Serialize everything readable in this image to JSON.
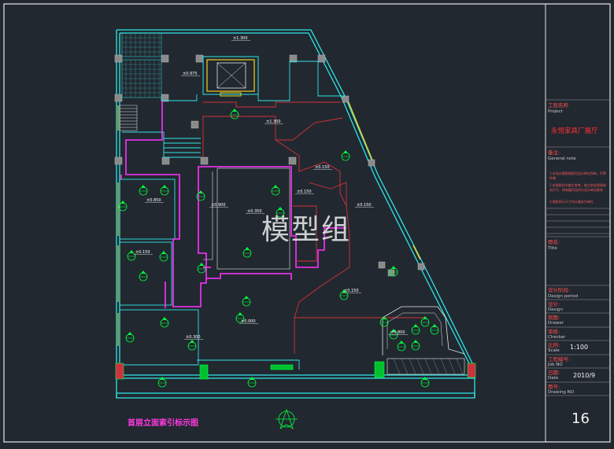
{
  "title_block": {
    "project_label": "工程名称",
    "project_sub": "Project",
    "project_name": "永恒家具厂展厅",
    "general_note_label": "备注:",
    "general_note_sub": "General note",
    "notes": [
      "1.本设计图纸版权归设计单位所有，不得抄袭",
      "2.本图纸仅为施工参考，施工前应现场核实尺寸，如有疑问及时与设计单位联系",
      "3.图纸所示尺寸均以毫米为单位"
    ],
    "title_label": "图名:",
    "title_sub": "Title",
    "design_period_label": "设计阶段:",
    "design_period_sub": "Design period",
    "design_label": "设计:",
    "design_sub": "Design",
    "drawer_label": "制图:",
    "drawer_sub": "Drawer",
    "checker_label": "审核:",
    "checker_sub": "Checker",
    "scale_label": "比例:",
    "scale_sub": "Scale",
    "scale_value": "1:100",
    "job_label": "工程编号:",
    "job_sub": "Job NO",
    "date_label": "日期:",
    "date_sub": "Date",
    "date_value": "2010/9",
    "drawing_no_label": "图号:",
    "drawing_no_sub": "Drawing NO",
    "sheet_number": "16"
  },
  "drawing_title": "首层立面索引标示图",
  "watermark": "模型组",
  "level_marks": [
    "±1.300",
    "±0.975",
    "±1.300",
    "±0.150",
    "±0.350",
    "±0.900",
    "±0.850",
    "±0.150",
    "±0.150",
    "±0.000",
    "±0.300",
    "±0.150",
    "±0.800",
    "±0.150"
  ],
  "colors": {
    "background": "#212830",
    "frame": "#f0f0f0",
    "wall_cyan": "#2ee6e6",
    "partition_magenta": "#ff32ff",
    "index_green": "#00ff3a",
    "curtain_red": "#e0303a",
    "stair_yellow": "#f0e030",
    "grey_column": "#8a8a8a"
  }
}
